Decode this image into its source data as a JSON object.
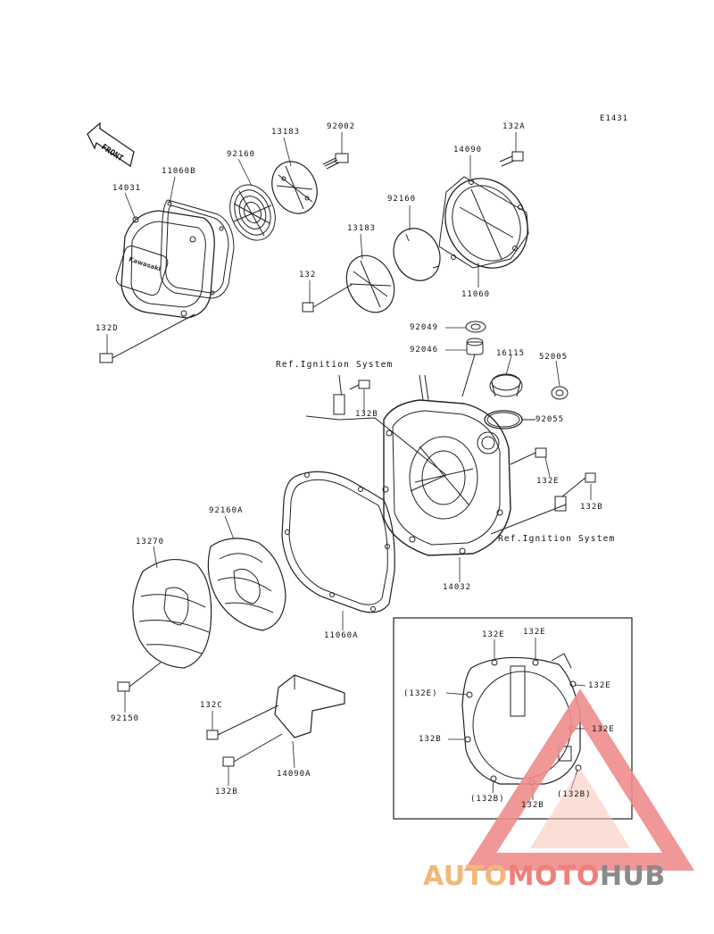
{
  "diagram_code": "E1431",
  "front_arrow_text": "FRONT",
  "watermark": {
    "part1": "AUTO",
    "part2": "MOTO",
    "part3": "HUB"
  },
  "labels": {
    "p14031": "14031",
    "p11060B": "11060B",
    "p92160_top": "92160",
    "p13183_top": "13183",
    "p92002": "92002",
    "p132A": "132A",
    "p14090": "14090",
    "p92160_mid": "92160",
    "p13183_mid": "13183",
    "p132": "132",
    "p11060": "11060",
    "p132D": "132D",
    "p92049": "92049",
    "p92046": "92046",
    "p16115": "16115",
    "p52005": "52005",
    "ref_ignition_1": "Ref.Ignition System",
    "p132B_a": "132B",
    "p92055": "92055",
    "p132E_a": "132E",
    "p132B_b": "132B",
    "ref_ignition_2": "Ref.Ignition System",
    "p14032": "14032",
    "p92160A": "92160A",
    "p13270": "13270",
    "p11060A": "11060A",
    "p92150": "92150",
    "p132C": "132C",
    "p14090A": "14090A",
    "p132B_c": "132B",
    "inset_132E_1": "132E",
    "inset_132E_2": "132E",
    "inset_132E_3": "(132E)",
    "inset_132E_4": "132E",
    "inset_132E_5": "132E",
    "inset_132B_1": "132B",
    "inset_132B_2": "(132B)",
    "inset_132B_3": "132B",
    "inset_132B_4": "(132B)"
  }
}
